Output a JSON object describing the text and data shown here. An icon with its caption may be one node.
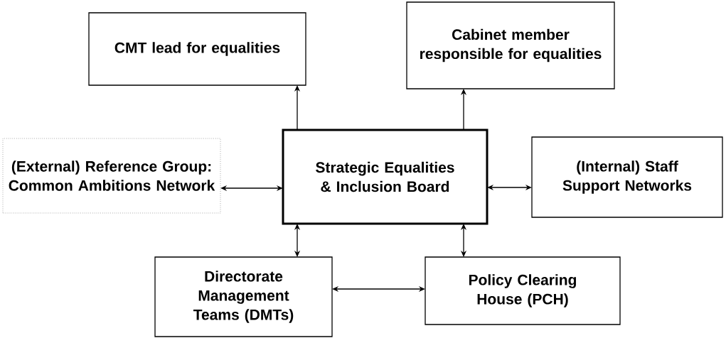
{
  "diagram": {
    "nodes": [
      {
        "text": [
          "CMT lead for equalities"
        ]
      },
      {
        "text": [
          "Cabinet member responsible for equalities"
        ]
      },
      {
        "text": [
          "(External) Reference Group: Common Ambitions Network"
        ]
      },
      {
        "text": [
          "Strategic Equalities & Inclusion Board"
        ]
      },
      {
        "text": [
          "(Internal) Staff Support Networks"
        ]
      },
      {
        "text": [
          "Directorate Management Teams (DMTs)"
        ]
      },
      {
        "text": [
          "Policy Clearing House (PCH)"
        ]
      }
    ],
    "edges": [
      {
        "from": 3,
        "to": 0,
        "arrow": "to"
      },
      {
        "from": 3,
        "to": 1,
        "arrow": "to"
      },
      {
        "from": 2,
        "to": 3,
        "arrow": "both"
      },
      {
        "from": 3,
        "to": 4,
        "arrow": "both"
      },
      {
        "from": 3,
        "to": 5,
        "arrow": "both"
      },
      {
        "from": 3,
        "to": 6,
        "arrow": "both"
      },
      {
        "from": 5,
        "to": 6,
        "arrow": "both"
      }
    ]
  }
}
